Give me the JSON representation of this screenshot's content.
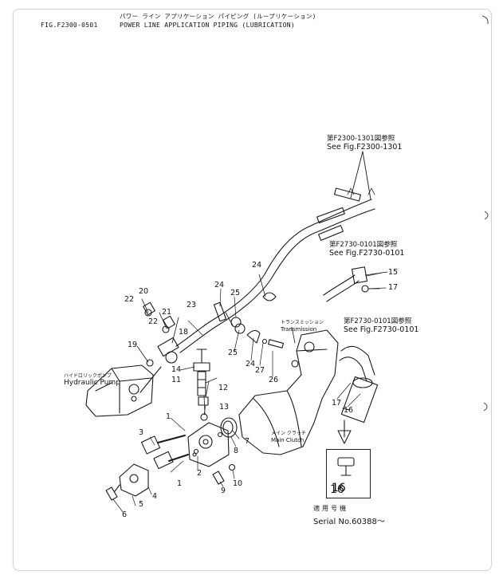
{
  "header": {
    "figure_id": "FIG.F2300-0501",
    "title_jp": "パワー ライン アプリケーション パイピング (ループリケーション)",
    "title_en": "POWER LINE APPLICATION PIPING (LUBRICATION)"
  },
  "references": [
    {
      "jp": "第F2300-1301図参照",
      "en": "See Fig.F2300-1301"
    },
    {
      "jp": "第F2730-0101図参照",
      "en": "See Fig.F2730-0101"
    },
    {
      "jp": "第F2730-0101図参照",
      "en": "See Fig.F2730-0101"
    }
  ],
  "components": {
    "hydraulic_pump": {
      "jp": "ハイドロリックポンプ",
      "en": "Hydraulic Pump"
    },
    "transmission": {
      "jp": "トランスミッション",
      "en": "Transmission"
    },
    "main_clutch": {
      "jp": "メイン クラッチ",
      "en": "Main Clutch"
    }
  },
  "callouts": [
    "1",
    "1",
    "2",
    "3",
    "4",
    "5",
    "6",
    "7",
    "8",
    "9",
    "10",
    "11",
    "12",
    "13",
    "14",
    "15",
    "16",
    "16",
    "17",
    "17",
    "18",
    "19",
    "20",
    "21",
    "22",
    "22",
    "23",
    "24",
    "24",
    "24",
    "25",
    "25",
    "26",
    "27"
  ],
  "detail": {
    "part_number": "16"
  },
  "serial": {
    "jp": "適用号機",
    "en": "Serial No.60388～"
  }
}
